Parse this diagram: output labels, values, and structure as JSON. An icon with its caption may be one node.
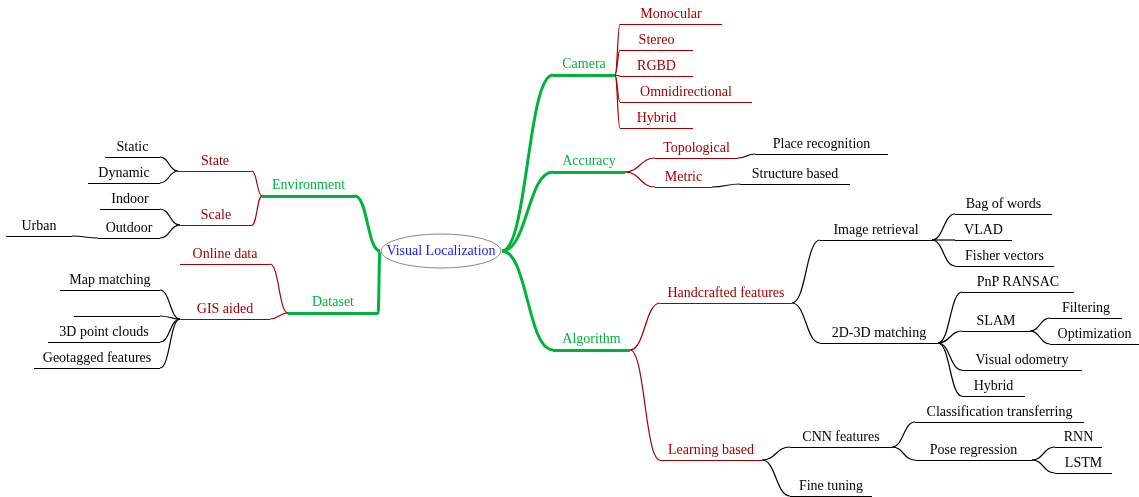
{
  "diagram": {
    "nodes": [
      {
        "text": [
          "Visual Localization"
        ]
      },
      {
        "text": [
          "Camera"
        ]
      },
      {
        "text": [
          "Monocular"
        ]
      },
      {
        "text": [
          "Stereo"
        ]
      },
      {
        "text": [
          "RGBD"
        ]
      },
      {
        "text": [
          "Omnidirectional"
        ]
      },
      {
        "text": [
          "Hybrid"
        ]
      },
      {
        "text": [
          "Accuracy"
        ]
      },
      {
        "text": [
          "Topological"
        ]
      },
      {
        "text": [
          "Place recognition"
        ]
      },
      {
        "text": [
          "Metric"
        ]
      },
      {
        "text": [
          "Structure based"
        ]
      },
      {
        "text": [
          "Algorithm"
        ]
      },
      {
        "text": [
          "Handcrafted features"
        ]
      },
      {
        "text": [
          "Image retrieval"
        ]
      },
      {
        "text": [
          "Bag of words"
        ]
      },
      {
        "text": [
          "VLAD"
        ]
      },
      {
        "text": [
          "Fisher vectors"
        ]
      },
      {
        "text": [
          "2D-3D matching"
        ]
      },
      {
        "text": [
          "PnP RANSAC"
        ]
      },
      {
        "text": [
          "SLAM"
        ]
      },
      {
        "text": [
          "Filtering"
        ]
      },
      {
        "text": [
          "Optimization"
        ]
      },
      {
        "text": [
          "Visual odometry"
        ]
      },
      {
        "text": [
          "Hybrid"
        ]
      },
      {
        "text": [
          "Learning based"
        ]
      },
      {
        "text": [
          "CNN features"
        ]
      },
      {
        "text": [
          "Classification transferring"
        ]
      },
      {
        "text": [
          "Pose regression"
        ]
      },
      {
        "text": [
          "RNN"
        ]
      },
      {
        "text": [
          "LSTM"
        ]
      },
      {
        "text": [
          "Fine tuning"
        ]
      },
      {
        "text": [
          "Environment"
        ]
      },
      {
        "text": [
          "State"
        ]
      },
      {
        "text": [
          "Static"
        ]
      },
      {
        "text": [
          "Dynamic"
        ]
      },
      {
        "text": [
          "Scale"
        ]
      },
      {
        "text": [
          "Indoor"
        ]
      },
      {
        "text": [
          "Outdoor"
        ]
      },
      {
        "text": [
          "Urban"
        ]
      },
      {
        "text": [
          "Dataset"
        ]
      },
      {
        "text": [
          "Online data"
        ]
      },
      {
        "text": [
          "GIS aided"
        ]
      },
      {
        "text": [
          "Map matching"
        ]
      },
      {
        "text": [],
        "shape": "line"
      },
      {
        "text": [
          "3D point clouds"
        ]
      },
      {
        "text": [
          "Geotagged features"
        ]
      }
    ],
    "edges": [
      {
        "from": 0,
        "to": 1,
        "arrow": "none",
        "style": "thick",
        "color": "#00b33c"
      },
      {
        "from": 1,
        "to": 2,
        "arrow": "none",
        "color": "#a00000"
      },
      {
        "from": 1,
        "to": 3,
        "arrow": "none",
        "color": "#a00000"
      },
      {
        "from": 1,
        "to": 4,
        "arrow": "none",
        "color": "#a00000"
      },
      {
        "from": 1,
        "to": 5,
        "arrow": "none",
        "color": "#a00000"
      },
      {
        "from": 1,
        "to": 6,
        "arrow": "none",
        "color": "#a00000"
      },
      {
        "from": 0,
        "to": 7,
        "arrow": "none",
        "style": "thick",
        "color": "#00b33c"
      },
      {
        "from": 7,
        "to": 8,
        "arrow": "none",
        "color": "#a00000"
      },
      {
        "from": 8,
        "to": 9,
        "arrow": "none"
      },
      {
        "from": 7,
        "to": 10,
        "arrow": "none",
        "color": "#a00000"
      },
      {
        "from": 10,
        "to": 11,
        "arrow": "none"
      },
      {
        "from": 0,
        "to": 12,
        "arrow": "none",
        "style": "thick",
        "color": "#00b33c"
      },
      {
        "from": 12,
        "to": 13,
        "arrow": "none",
        "color": "#a00000"
      },
      {
        "from": 13,
        "to": 14,
        "arrow": "none"
      },
      {
        "from": 14,
        "to": 15,
        "arrow": "none"
      },
      {
        "from": 14,
        "to": 16,
        "arrow": "none"
      },
      {
        "from": 14,
        "to": 17,
        "arrow": "none"
      },
      {
        "from": 13,
        "to": 18,
        "arrow": "none"
      },
      {
        "from": 18,
        "to": 19,
        "arrow": "none"
      },
      {
        "from": 18,
        "to": 20,
        "arrow": "none"
      },
      {
        "from": 20,
        "to": 21,
        "arrow": "none"
      },
      {
        "from": 20,
        "to": 22,
        "arrow": "none"
      },
      {
        "from": 18,
        "to": 23,
        "arrow": "none"
      },
      {
        "from": 18,
        "to": 24,
        "arrow": "none"
      },
      {
        "from": 12,
        "to": 25,
        "arrow": "none",
        "color": "#a00000"
      },
      {
        "from": 25,
        "to": 26,
        "arrow": "none"
      },
      {
        "from": 26,
        "to": 27,
        "arrow": "none"
      },
      {
        "from": 26,
        "to": 28,
        "arrow": "none"
      },
      {
        "from": 28,
        "to": 29,
        "arrow": "none"
      },
      {
        "from": 28,
        "to": 30,
        "arrow": "none"
      },
      {
        "from": 25,
        "to": 31,
        "arrow": "none"
      },
      {
        "from": 0,
        "to": 32,
        "arrow": "none",
        "style": "thick",
        "color": "#00b33c"
      },
      {
        "from": 32,
        "to": 33,
        "arrow": "none",
        "color": "#a00000"
      },
      {
        "from": 33,
        "to": 34,
        "arrow": "none"
      },
      {
        "from": 33,
        "to": 35,
        "arrow": "none"
      },
      {
        "from": 32,
        "to": 36,
        "arrow": "none",
        "color": "#a00000"
      },
      {
        "from": 36,
        "to": 37,
        "arrow": "none"
      },
      {
        "from": 36,
        "to": 38,
        "arrow": "none"
      },
      {
        "from": 38,
        "to": 39,
        "arrow": "none"
      },
      {
        "from": 0,
        "to": 40,
        "arrow": "none",
        "style": "thick",
        "color": "#00b33c"
      },
      {
        "from": 40,
        "to": 41,
        "arrow": "none",
        "color": "#a00000"
      },
      {
        "from": 40,
        "to": 42,
        "arrow": "none",
        "color": "#a00000"
      },
      {
        "from": 42,
        "to": 43,
        "arrow": "none"
      },
      {
        "from": 42,
        "to": 44,
        "arrow": "none"
      },
      {
        "from": 42,
        "to": 45,
        "arrow": "none"
      },
      {
        "from": 42,
        "to": 46,
        "arrow": "none"
      }
    ]
  }
}
